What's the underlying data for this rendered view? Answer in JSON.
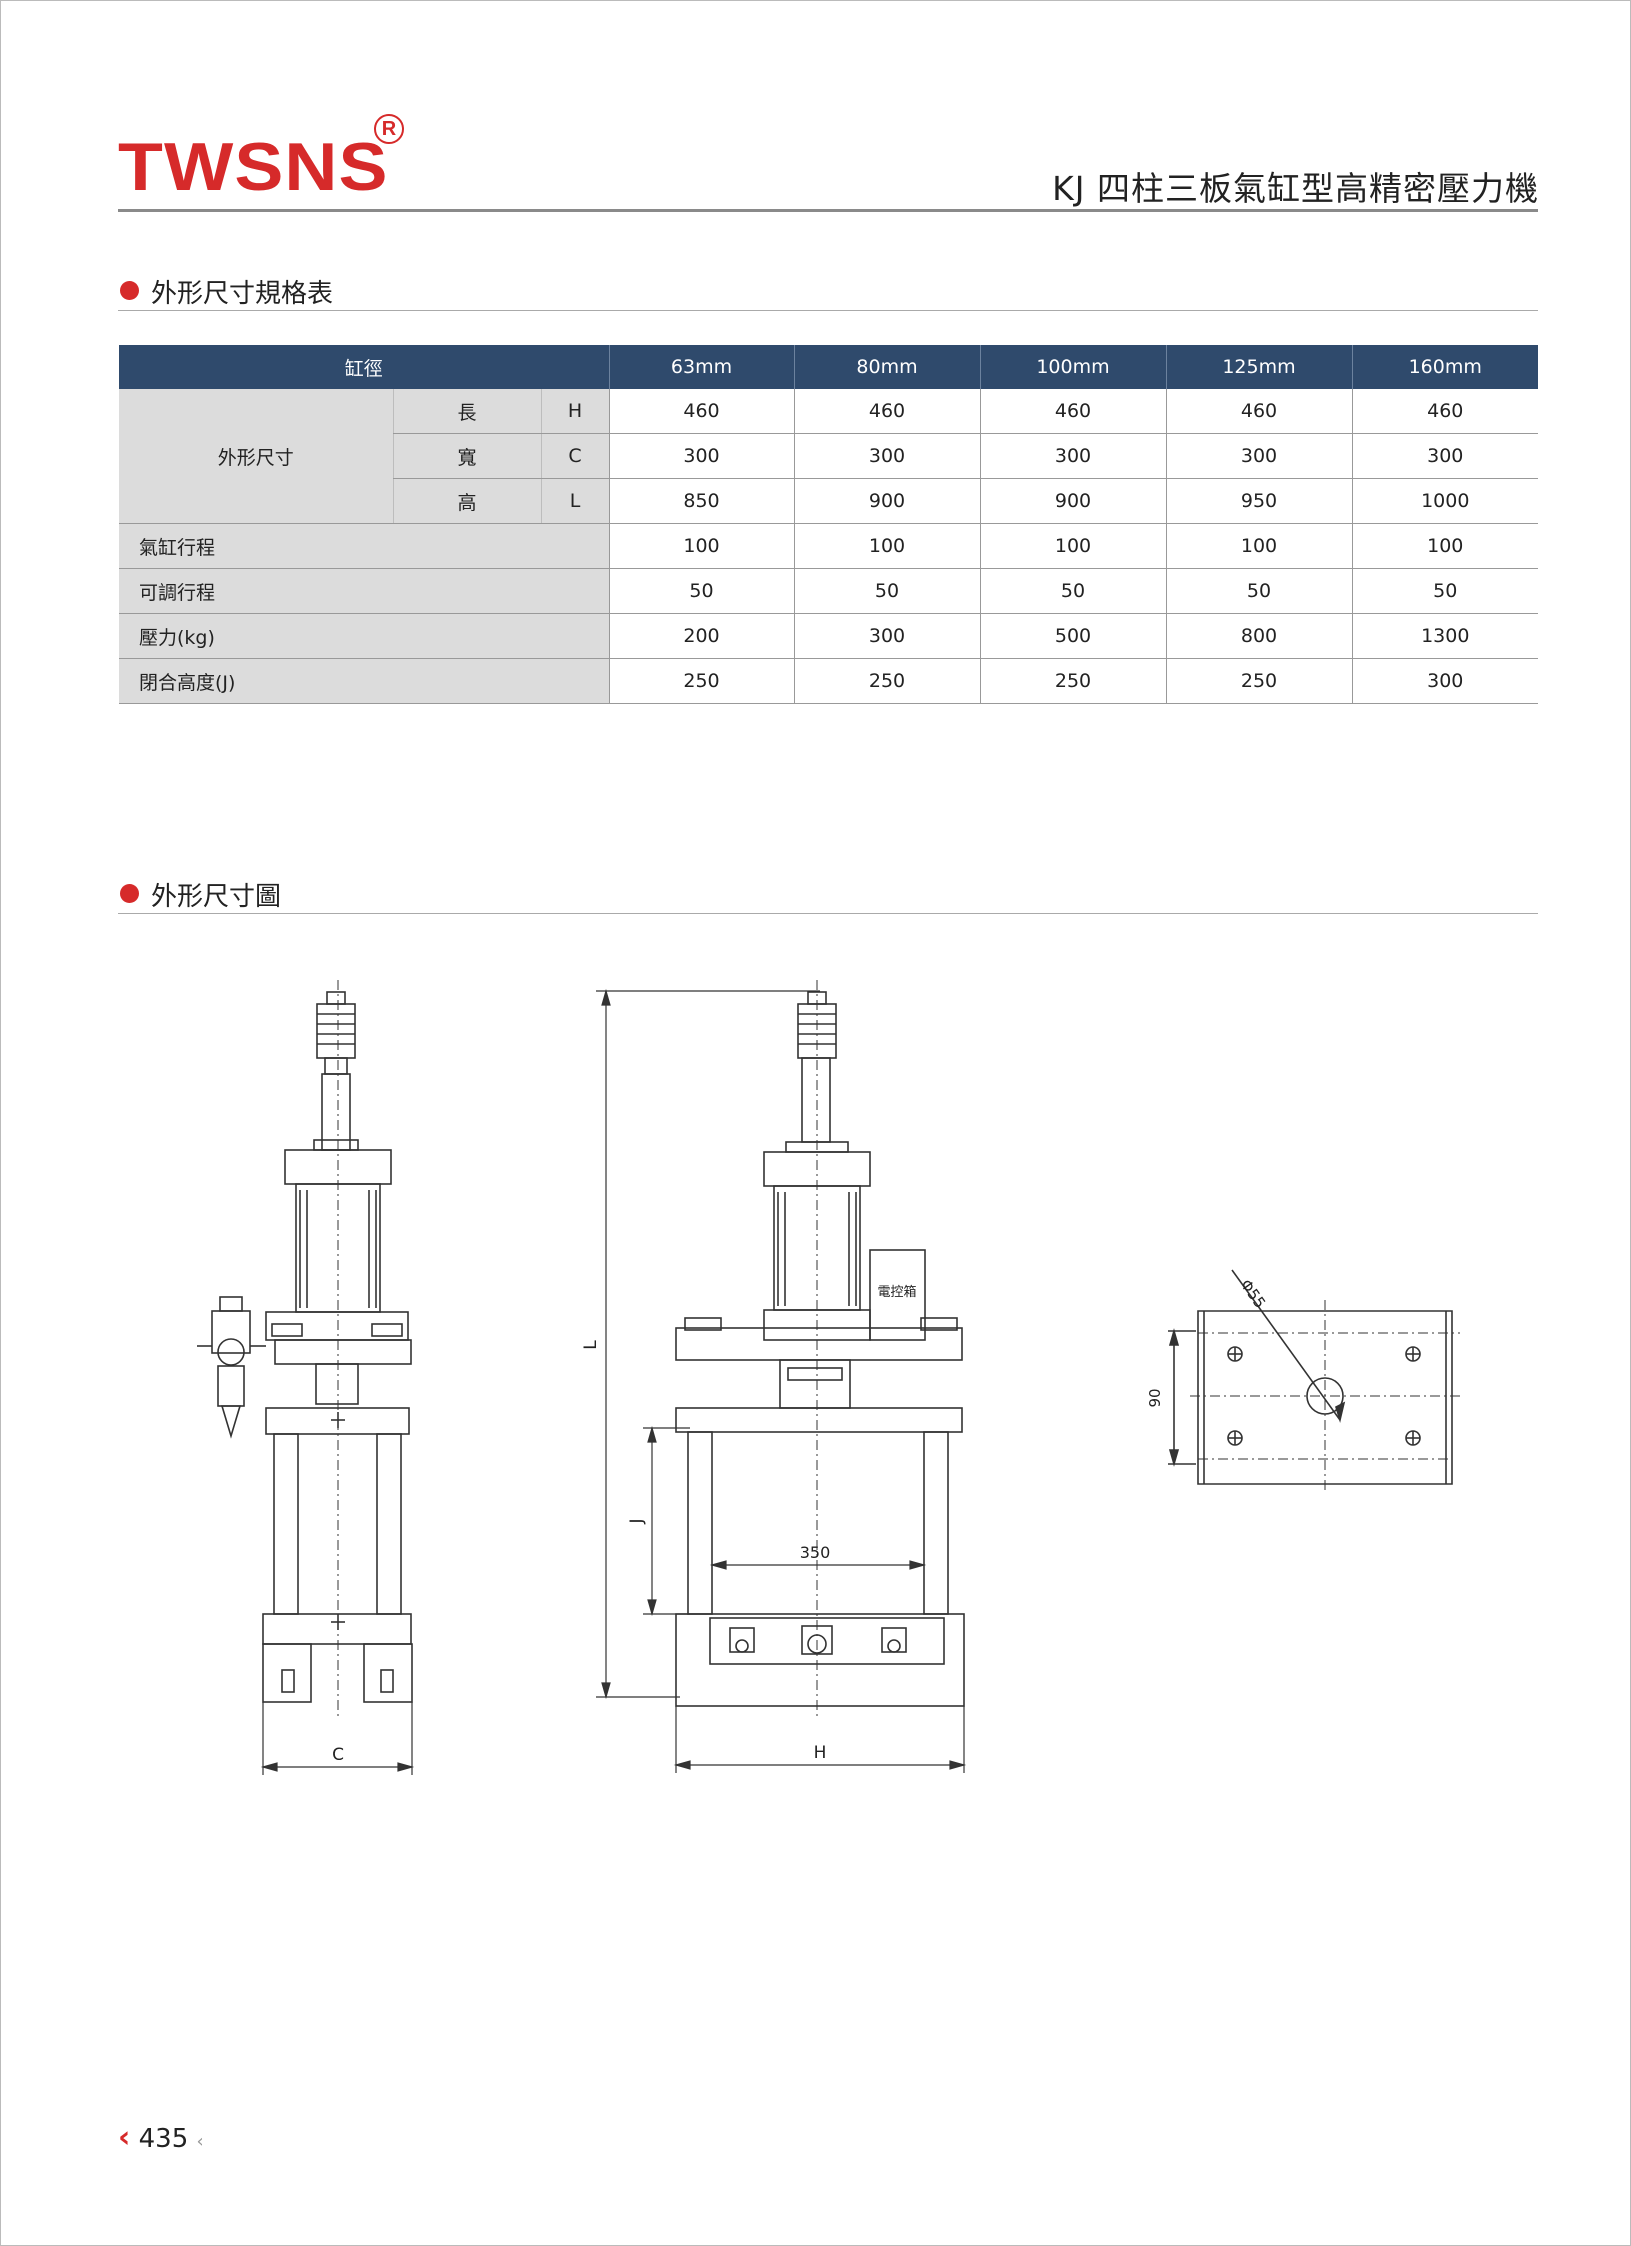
{
  "header": {
    "brand": "TWSNS",
    "registered": "R",
    "title": "KJ 四柱三板氣缸型高精密壓力機"
  },
  "sections": {
    "table_title": "外形尺寸規格表",
    "drawing_title": "外形尺寸圖"
  },
  "table": {
    "header_label": "缸徑",
    "columns": [
      "63mm",
      "80mm",
      "100mm",
      "125mm",
      "160mm"
    ],
    "group_label": "外形尺寸",
    "dim_rows": [
      {
        "name": "長",
        "code": "H",
        "values": [
          "460",
          "460",
          "460",
          "460",
          "460"
        ]
      },
      {
        "name": "寬",
        "code": "C",
        "values": [
          "300",
          "300",
          "300",
          "300",
          "300"
        ]
      },
      {
        "name": "高",
        "code": "L",
        "values": [
          "850",
          "900",
          "900",
          "950",
          "1000"
        ]
      }
    ],
    "rows": [
      {
        "name": "氣缸行程",
        "values": [
          "100",
          "100",
          "100",
          "100",
          "100"
        ]
      },
      {
        "name": "可調行程",
        "values": [
          "50",
          "50",
          "50",
          "50",
          "50"
        ]
      },
      {
        "name": "壓力(kg)",
        "values": [
          "200",
          "300",
          "500",
          "800",
          "1300"
        ]
      },
      {
        "name": "閉合高度(J)",
        "values": [
          "250",
          "250",
          "250",
          "250",
          "300"
        ]
      }
    ]
  },
  "drawing": {
    "label_C": "C",
    "label_H": "H",
    "label_L": "L",
    "label_J": "J",
    "label_350": "350",
    "label_control_box": "電控箱",
    "label_phi55": "Φ55",
    "label_90": "90"
  },
  "footer": {
    "page": "435"
  }
}
